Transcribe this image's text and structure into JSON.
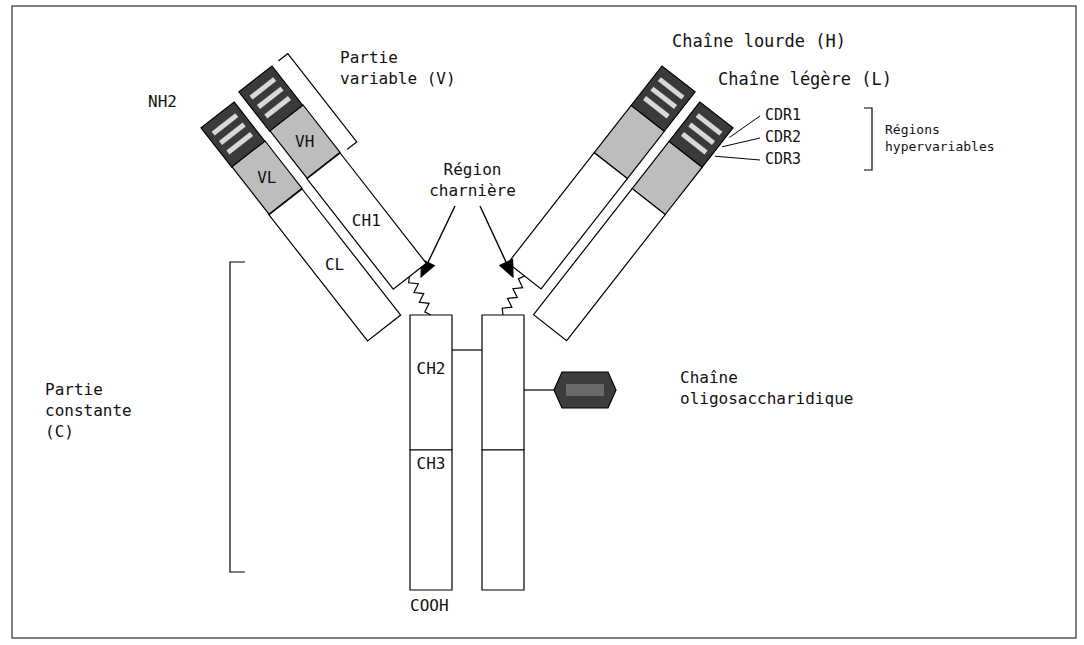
{
  "diagram": {
    "nodes": [
      {
        "text": [
          "VH"
        ]
      },
      {
        "text": [
          "CH1"
        ]
      },
      {
        "text": [
          "VL"
        ]
      },
      {
        "text": [
          "CL"
        ]
      },
      {
        "text": [
          "CH2"
        ]
      },
      {
        "text": [
          "CH3"
        ]
      }
    ],
    "labels": [
      "Partie variable (V)",
      "NH2",
      "Chaîne lourde (H)",
      "Chaîne légère (L)",
      "Région charnière",
      "CDR1",
      "CDR2",
      "CDR3",
      "Régions hypervariables",
      "Partie constante (C)",
      "Chaîne oligosaccharidique",
      "COOH"
    ]
  }
}
